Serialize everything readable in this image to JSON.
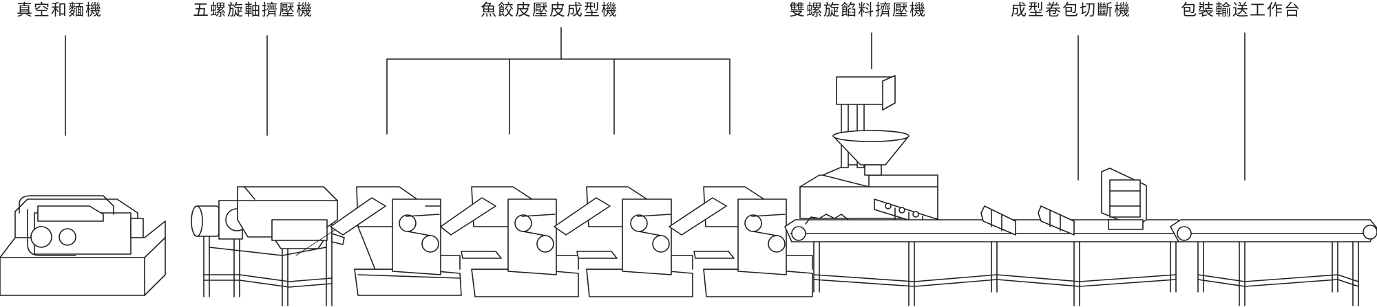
{
  "machines": [
    {
      "id": "vacuum-mixer",
      "label": "真空和麵機"
    },
    {
      "id": "screw-extruder",
      "label": "五螺旋軸擠壓機"
    },
    {
      "id": "sheeting-machines",
      "label": "魚餃皮壓皮成型機"
    },
    {
      "id": "twin-screw-filling-extruder",
      "label": "雙螺旋餡料擠壓機"
    },
    {
      "id": "forming-cutting-machine",
      "label": "成型卷包切斷機"
    },
    {
      "id": "packing-conveyor-table",
      "label": "包裝輸送工作台"
    }
  ],
  "colors": {
    "line": "#231f20",
    "background": "#ffffff"
  }
}
